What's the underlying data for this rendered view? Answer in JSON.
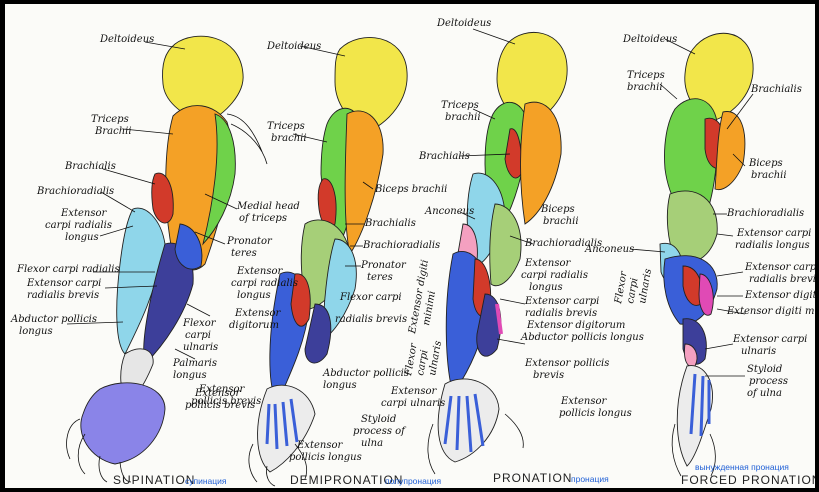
{
  "figure": {
    "panels": [
      {
        "caption": "SUPINATION",
        "caption_ru": "супинация",
        "labels": [
          "Deltoideus",
          "Triceps",
          "Brachii",
          "Brachialis",
          "Brachioradialis",
          "Extensor",
          "carpi radialis",
          "longus",
          "Flexor carpi radialis",
          "Extensor carpi",
          "radialis brevis",
          "Abductor pollicis",
          "longus",
          "Medial head",
          "of triceps",
          "Pronator",
          "teres",
          "Flexor",
          "carpi",
          "ulnaris",
          "Palmaris",
          "longus",
          "Extensor",
          "pollicis brevis"
        ]
      },
      {
        "caption": "DEMIPRONATION",
        "caption_ru": "полупронация",
        "labels": [
          "Deltoideus",
          "Triceps",
          "brachii",
          "Biceps brachii",
          "Brachialis",
          "Brachioradialis",
          "Pronator",
          "teres",
          "Extensor",
          "carpi radialis",
          "longus",
          "Extensor",
          "digitorum",
          "Flexor carpi",
          "radialis brevis",
          "Extensor digiti",
          "minimi",
          "Abductor pollicis",
          "longus",
          "Extensor",
          "pollicis brevis",
          "Extensor",
          "pollicis longus"
        ]
      },
      {
        "caption": "PRONATION",
        "caption_ru": "пронация",
        "labels": [
          "Deltoideus",
          "Triceps",
          "brachii",
          "Brachialis",
          "Anconeus",
          "Biceps",
          "brachii",
          "Brachioradialis",
          "Extensor",
          "carpi radialis",
          "longus",
          "Extensor carpi",
          "radialis brevis",
          "Extensor digitorum",
          "Abductor pollicis longus",
          "Flexor",
          "carpi",
          "ulnaris",
          "Extensor pollicis",
          "brevis",
          "Extensor",
          "carpi ulnaris",
          "Extensor",
          "pollicis longus",
          "Styloid",
          "process of",
          "ulna"
        ]
      },
      {
        "caption": "FORCED PRONATION",
        "caption_ru": "вынужденная пронация",
        "labels": [
          "Deltoideus",
          "Triceps",
          "brachii",
          "Brachialis",
          "Biceps",
          "brachii",
          "Brachioradialis",
          "Extensor carpi",
          "radialis longus",
          "Anconeus",
          "Flexor",
          "carpi",
          "ulnaris",
          "Extensor carpi",
          "radialis brevis",
          "Extensor digitorum",
          "Extensor digiti minimi",
          "Extensor carpi",
          "ulnaris",
          "Styloid",
          "process",
          "of ulna"
        ]
      }
    ]
  },
  "colors": {
    "deltoid": "#f2e64a",
    "triceps": "#6fd24a",
    "biceps": "#f4a126",
    "brachialis": "#d23a2a",
    "brachioradialis": "#8fd6ea",
    "extensor_long": "#a6cf78",
    "flexor": "#3d3f9a",
    "extensor_dig": "#3a5fd8",
    "hand_tint": "#8a84e8"
  }
}
